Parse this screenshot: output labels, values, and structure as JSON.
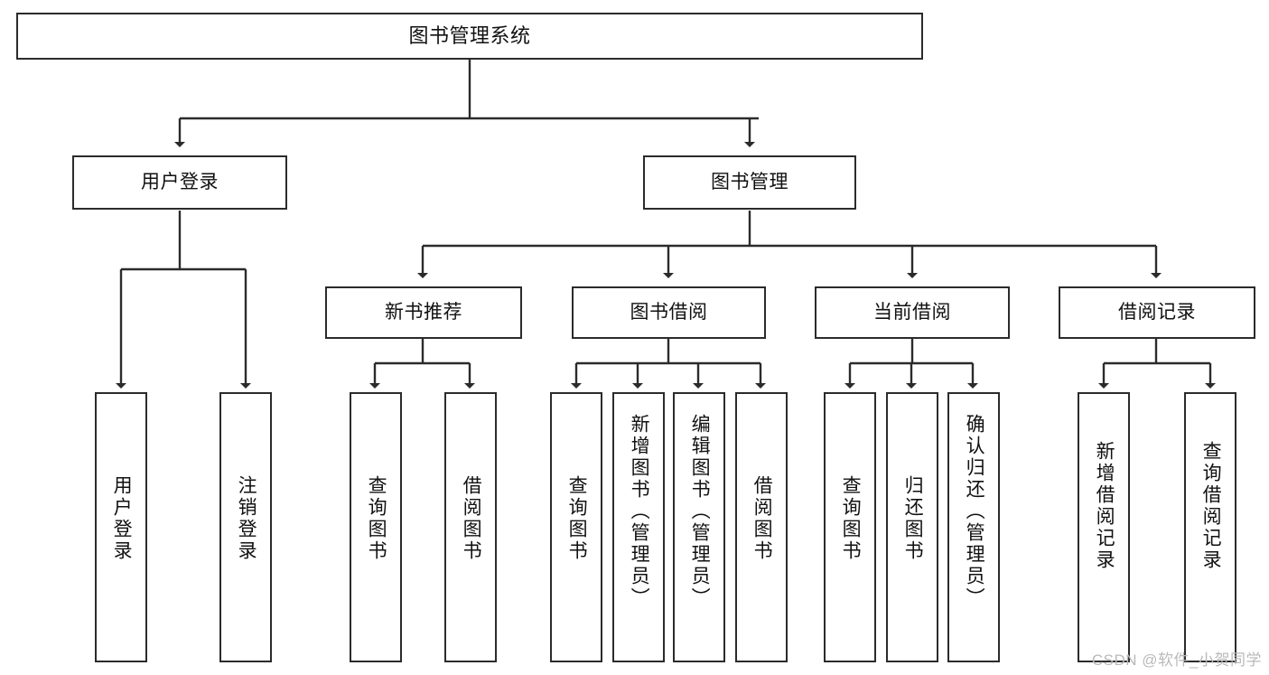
{
  "diagram": {
    "type": "tree-hierarchy",
    "title": "图书管理系统",
    "stroke_color": "#2b2b2b",
    "background_color": "#ffffff",
    "text_color": "#111111",
    "root": {
      "id": "root",
      "label": "图书管理系统"
    },
    "level2": [
      {
        "id": "user-login",
        "label": "用户登录"
      },
      {
        "id": "book-management",
        "label": "图书管理"
      }
    ],
    "level3": [
      {
        "id": "new-book-recommend",
        "label": "新书推荐",
        "parent": "book-management"
      },
      {
        "id": "book-borrow",
        "label": "图书借阅",
        "parent": "book-management"
      },
      {
        "id": "current-borrow",
        "label": "当前借阅",
        "parent": "book-management"
      },
      {
        "id": "borrow-record",
        "label": "借阅记录",
        "parent": "book-management"
      }
    ],
    "leaves": {
      "user_login": [
        {
          "id": "leaf-user-login",
          "label": "用户登录"
        },
        {
          "id": "leaf-logout",
          "label": "注销登录"
        }
      ],
      "new_book_recommend": [
        {
          "id": "leaf-query-book-1",
          "label": "查询图书"
        },
        {
          "id": "leaf-borrow-book-1",
          "label": "借阅图书"
        }
      ],
      "book_borrow": [
        {
          "id": "leaf-query-book-2",
          "label": "查询图书"
        },
        {
          "id": "leaf-add-book",
          "label": "新增图书（管理员）"
        },
        {
          "id": "leaf-edit-book",
          "label": "编辑图书（管理员）"
        },
        {
          "id": "leaf-borrow-book-2",
          "label": "借阅图书"
        }
      ],
      "current_borrow": [
        {
          "id": "leaf-query-book-3",
          "label": "查询图书"
        },
        {
          "id": "leaf-return-book",
          "label": "归还图书"
        },
        {
          "id": "leaf-confirm-return",
          "label": "确认归还（管理员）"
        }
      ],
      "borrow_record": [
        {
          "id": "leaf-add-record",
          "label": "新增借阅记录"
        },
        {
          "id": "leaf-query-record",
          "label": "查询借阅记录"
        }
      ]
    }
  },
  "watermark": {
    "text": "CSDN @软件_小贺同学"
  }
}
